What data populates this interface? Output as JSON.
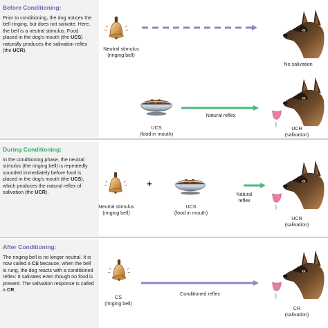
{
  "before": {
    "title": "Before Conditioning:",
    "desc_1": "Prior to conditioning, the dog notices the bell ringing, but does not salivate. Here, the bell is a neutral stimulus. Food placed in the dog's mouth (the ",
    "desc_ucs": "UCS",
    "desc_2": ") naturally produces the salivation reflex (the ",
    "desc_ucr": "UCR",
    "desc_3": ").",
    "bell_caption_1": "Neutral stimulus",
    "bell_caption_2": "(ringing bell)",
    "no_salivation": "No salivation",
    "ucs_caption_1": "UCS",
    "ucs_caption_2": "(food in mouth)",
    "reflex_label": "Natural reflex",
    "ucr_caption_1": "UCR",
    "ucr_caption_2": "(salivation)"
  },
  "during": {
    "title": "During Conditioning:",
    "desc_1": "In the conditioning phase, the neutral stimulus (the ringing bell) is repeatedly sounded immediately before food is placed in the dog's mouth (the ",
    "desc_ucs": "UCS",
    "desc_2": "), which produces the natural reflex of salivation (the ",
    "desc_ucr": "UCR",
    "desc_3": ").",
    "plus": "+",
    "bell_caption_1": "Neutral stimulus",
    "bell_caption_2": "(ringing bell)",
    "ucs_caption_1": "UCS",
    "ucs_caption_2": "(food in mouth)",
    "reflex_label_1": "Natural",
    "reflex_label_2": "reflex",
    "ucr_caption_1": "UCR",
    "ucr_caption_2": "(salivation)"
  },
  "after": {
    "title": "After Conditioning:",
    "desc_1": "The ringing bell is no longer neutral. It is now called a ",
    "desc_cs": "CS",
    "desc_2": " because, when the bell is rung, the dog reacts with a conditioned reflex: It salivates even though no food is present. The salivation response is called a ",
    "desc_cr": "CR",
    "desc_3": ".",
    "cs_caption_1": "CS",
    "cs_caption_2": "(ringing bell)",
    "reflex_label": "Conditioned reflex",
    "cr_caption_1": "CR",
    "cr_caption_2": "(salivation)"
  },
  "colors": {
    "purple": "#8f86c6",
    "green": "#4cbb7f",
    "panel": "#f2f2f2",
    "bell": "#d9a35a",
    "bowl": "#a9b2bc"
  }
}
